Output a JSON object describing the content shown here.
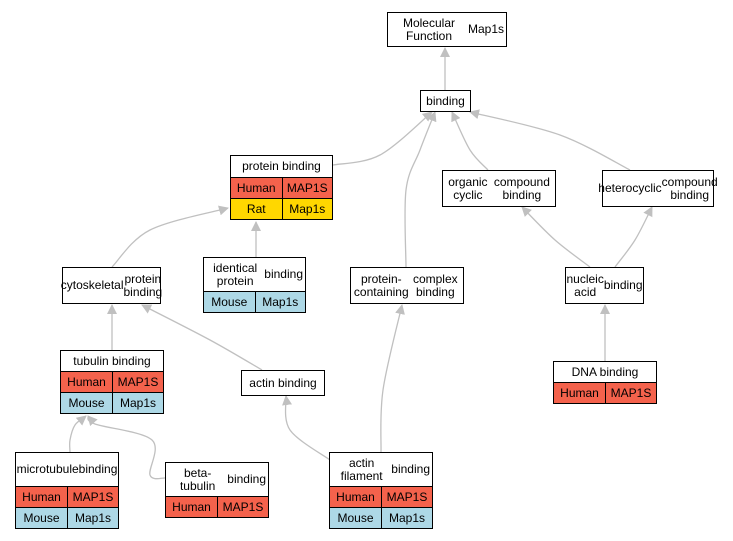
{
  "colors": {
    "edge": "#c0c0c0",
    "human": "#f4624c",
    "mouse": "#add8e6",
    "rat": "#ffd700"
  },
  "nodes": [
    {
      "id": "molecular-function",
      "lines": [
        "Molecular Function",
        "Map1s"
      ],
      "rows": []
    },
    {
      "id": "binding",
      "lines": [
        "binding"
      ],
      "rows": []
    },
    {
      "id": "protein-binding",
      "lines": [
        "protein binding"
      ],
      "rows": [
        {
          "species": "Human",
          "gene": "MAP1S",
          "color": "human"
        },
        {
          "species": "Rat",
          "gene": "Map1s",
          "color": "rat"
        }
      ]
    },
    {
      "id": "organic-cyclic-compound-binding",
      "lines": [
        "organic cyclic",
        "compound binding"
      ],
      "rows": []
    },
    {
      "id": "heterocyclic-compound-binding",
      "lines": [
        "heterocyclic",
        "compound binding"
      ],
      "rows": []
    },
    {
      "id": "cytoskeletal-protein-binding",
      "lines": [
        "cytoskeletal",
        "protein binding"
      ],
      "rows": []
    },
    {
      "id": "identical-protein-binding",
      "lines": [
        "identical protein",
        "binding"
      ],
      "rows": [
        {
          "species": "Mouse",
          "gene": "Map1s",
          "color": "mouse"
        }
      ]
    },
    {
      "id": "protein-containing-complex-binding",
      "lines": [
        "protein-containing",
        "complex binding"
      ],
      "rows": []
    },
    {
      "id": "nucleic-acid-binding",
      "lines": [
        "nucleic acid",
        "binding"
      ],
      "rows": []
    },
    {
      "id": "tubulin-binding",
      "lines": [
        "tubulin binding"
      ],
      "rows": [
        {
          "species": "Human",
          "gene": "MAP1S",
          "color": "human"
        },
        {
          "species": "Mouse",
          "gene": "Map1s",
          "color": "mouse"
        }
      ]
    },
    {
      "id": "actin-binding",
      "lines": [
        "actin binding"
      ],
      "rows": []
    },
    {
      "id": "dna-binding",
      "lines": [
        "DNA binding"
      ],
      "rows": [
        {
          "species": "Human",
          "gene": "MAP1S",
          "color": "human"
        }
      ]
    },
    {
      "id": "microtubule-binding",
      "lines": [
        "microtubule",
        "binding"
      ],
      "rows": [
        {
          "species": "Human",
          "gene": "MAP1S",
          "color": "human"
        },
        {
          "species": "Mouse",
          "gene": "Map1s",
          "color": "mouse"
        }
      ]
    },
    {
      "id": "beta-tubulin-binding",
      "lines": [
        "beta-tubulin",
        "binding"
      ],
      "rows": [
        {
          "species": "Human",
          "gene": "MAP1S",
          "color": "human"
        }
      ]
    },
    {
      "id": "actin-filament-binding",
      "lines": [
        "actin filament",
        "binding"
      ],
      "rows": [
        {
          "species": "Human",
          "gene": "MAP1S",
          "color": "human"
        },
        {
          "species": "Mouse",
          "gene": "Map1s",
          "color": "mouse"
        }
      ]
    }
  ],
  "edges": [
    {
      "from": "binding",
      "to": "molecular-function"
    },
    {
      "from": "protein-binding",
      "to": "binding"
    },
    {
      "from": "organic-cyclic-compound-binding",
      "to": "binding"
    },
    {
      "from": "heterocyclic-compound-binding",
      "to": "binding"
    },
    {
      "from": "protein-containing-complex-binding",
      "to": "binding"
    },
    {
      "from": "cytoskeletal-protein-binding",
      "to": "protein-binding"
    },
    {
      "from": "identical-protein-binding",
      "to": "protein-binding"
    },
    {
      "from": "nucleic-acid-binding",
      "to": "organic-cyclic-compound-binding"
    },
    {
      "from": "nucleic-acid-binding",
      "to": "heterocyclic-compound-binding"
    },
    {
      "from": "tubulin-binding",
      "to": "cytoskeletal-protein-binding"
    },
    {
      "from": "actin-binding",
      "to": "cytoskeletal-protein-binding"
    },
    {
      "from": "dna-binding",
      "to": "nucleic-acid-binding"
    },
    {
      "from": "microtubule-binding",
      "to": "tubulin-binding"
    },
    {
      "from": "beta-tubulin-binding",
      "to": "tubulin-binding"
    },
    {
      "from": "actin-filament-binding",
      "to": "actin-binding"
    },
    {
      "from": "actin-filament-binding",
      "to": "protein-containing-complex-binding"
    }
  ]
}
